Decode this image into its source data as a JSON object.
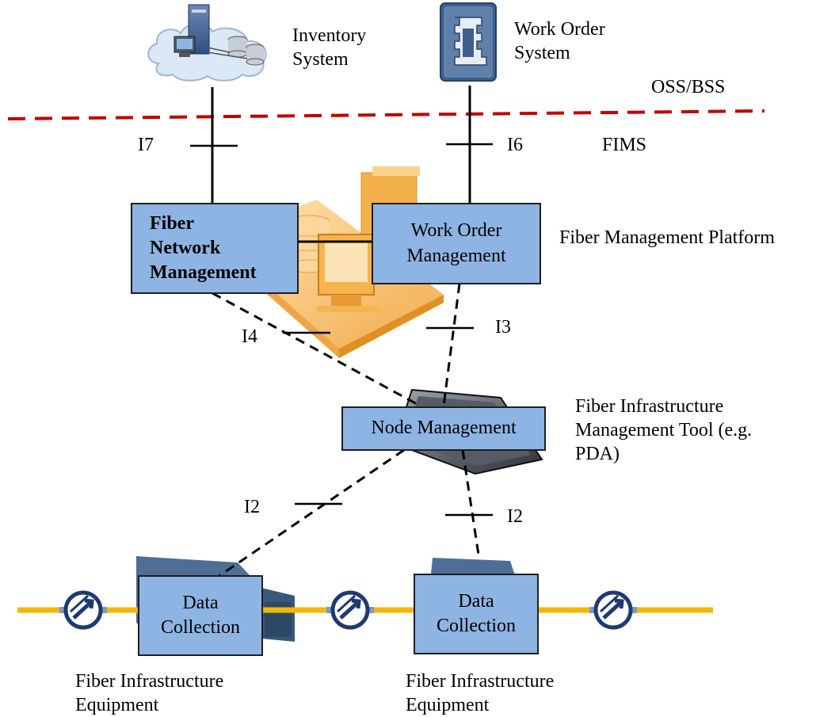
{
  "systems": {
    "inventory": "Inventory\nSystem",
    "work_order": "Work Order\nSystem"
  },
  "layers": {
    "oss_bss": "OSS/BSS",
    "fims": "FIMS"
  },
  "platform": {
    "label": "Fiber Management Platform",
    "fiber_network_management": "Fiber\nNetwork\nManagement",
    "work_order_management": "Work Order\nManagement"
  },
  "tool": {
    "node_management": "Node Management",
    "label": "Fiber Infrastructure\nManagement Tool (e.g.\nPDA)"
  },
  "equipment": {
    "data_collection_left": "Data\nCollection",
    "data_collection_right": "Data\nCollection",
    "label_left": "Fiber Infrastructure\nEquipment",
    "label_right": "Fiber Infrastructure\nEquipment"
  },
  "interfaces": {
    "i7": "I7",
    "i6": "I6",
    "i4": "I4",
    "i3": "I3",
    "i2_left": "I2",
    "i2_right": "I2"
  },
  "colors": {
    "box_fill": "#8eb4e3",
    "separator": "#c00000",
    "fiber": "#f5b800",
    "platform_fill": "#f7c46a",
    "connector": "#1f3a6e"
  },
  "icons": {
    "inventory": "cloud-server-icon",
    "work_order": "work-order-icon",
    "platform": "server-platform-icon",
    "pda": "pda-device-icon",
    "equipment": "equipment-cabinet-icon",
    "connector": "fiber-connector-icon"
  }
}
